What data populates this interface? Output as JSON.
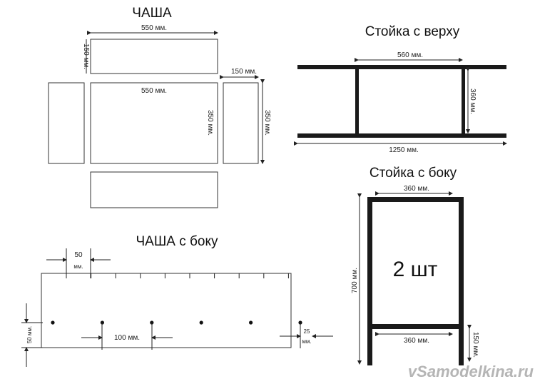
{
  "bowl_top": {
    "title": "ЧАША",
    "dim_top": "550 мм.",
    "dim_left": "150 мм.",
    "dim_center": "550 мм.",
    "dim_inner": "350 мм.",
    "dim_side_width": "150 мм.",
    "dim_right": "350 мм."
  },
  "bowl_side": {
    "title": "ЧАША с боку",
    "dim_spacing_num": "50",
    "dim_spacing_unit": "мм.",
    "dim_holes": "100 мм.",
    "dim_edge_num": "25",
    "dim_edge_unit": "мм.",
    "dim_height": "50 мм."
  },
  "stand_top": {
    "title": "Стойка с верху",
    "dim_inner": "560 мм.",
    "dim_height": "360 мм.",
    "dim_length": "1250 мм."
  },
  "stand_side": {
    "title": "Стойка с боку",
    "dim_top": "360 мм.",
    "dim_bottom": "360 мм.",
    "dim_height": "700 мм.",
    "dim_leg": "150 мм.",
    "quantity": "2 шт"
  },
  "watermark": "vSamodelkina.ru"
}
